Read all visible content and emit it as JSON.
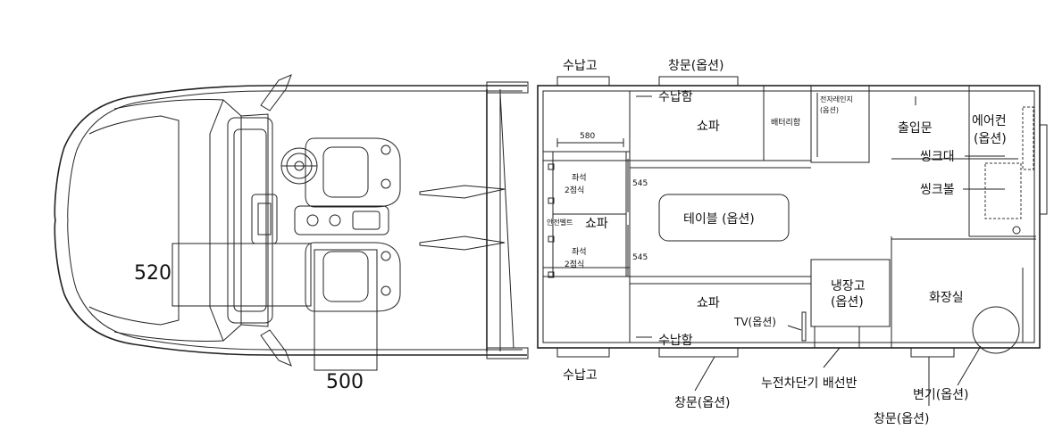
{
  "vehicle": {
    "dim_width": "520",
    "dim_length": "500"
  },
  "labels": {
    "storage_top": "수납고",
    "storage_bottom": "수납고",
    "window_top": "창문(옵션)",
    "window_bottom_left": "창문(옵션)",
    "window_bottom_right": "창문(옵션)",
    "storage_box_top": "수납함",
    "storage_box_bottom": "수납함",
    "sofa_top": "쇼파",
    "sofa_middle": "쇼파",
    "sofa_bottom": "쇼파",
    "battery_box": "배터리함",
    "microwave_line1": "전자레인지",
    "microwave_line2": "(옵션)",
    "entrance_door": "출입문",
    "aircon_line1": "에어컨",
    "aircon_line2": "(옵션)",
    "sink_stand": "씽크대",
    "sink_bowl": "씽크볼",
    "table": "테이블 (옵션)",
    "seat_top_line1": "좌석",
    "seat_top_line2": "2점식",
    "seat_bottom_line1": "좌석",
    "seat_bottom_line2": "2점식",
    "seatbelt": "안전벨트",
    "dim_580": "580",
    "dim_545_top": "545",
    "dim_545_bottom": "545",
    "fridge_line1": "냉장고",
    "fridge_line2": "(옵션)",
    "tv": "TV(옵션)",
    "toilet_room": "화장실",
    "breaker_panel": "누전차단기 배선반",
    "toilet": "변기(옵션)"
  }
}
